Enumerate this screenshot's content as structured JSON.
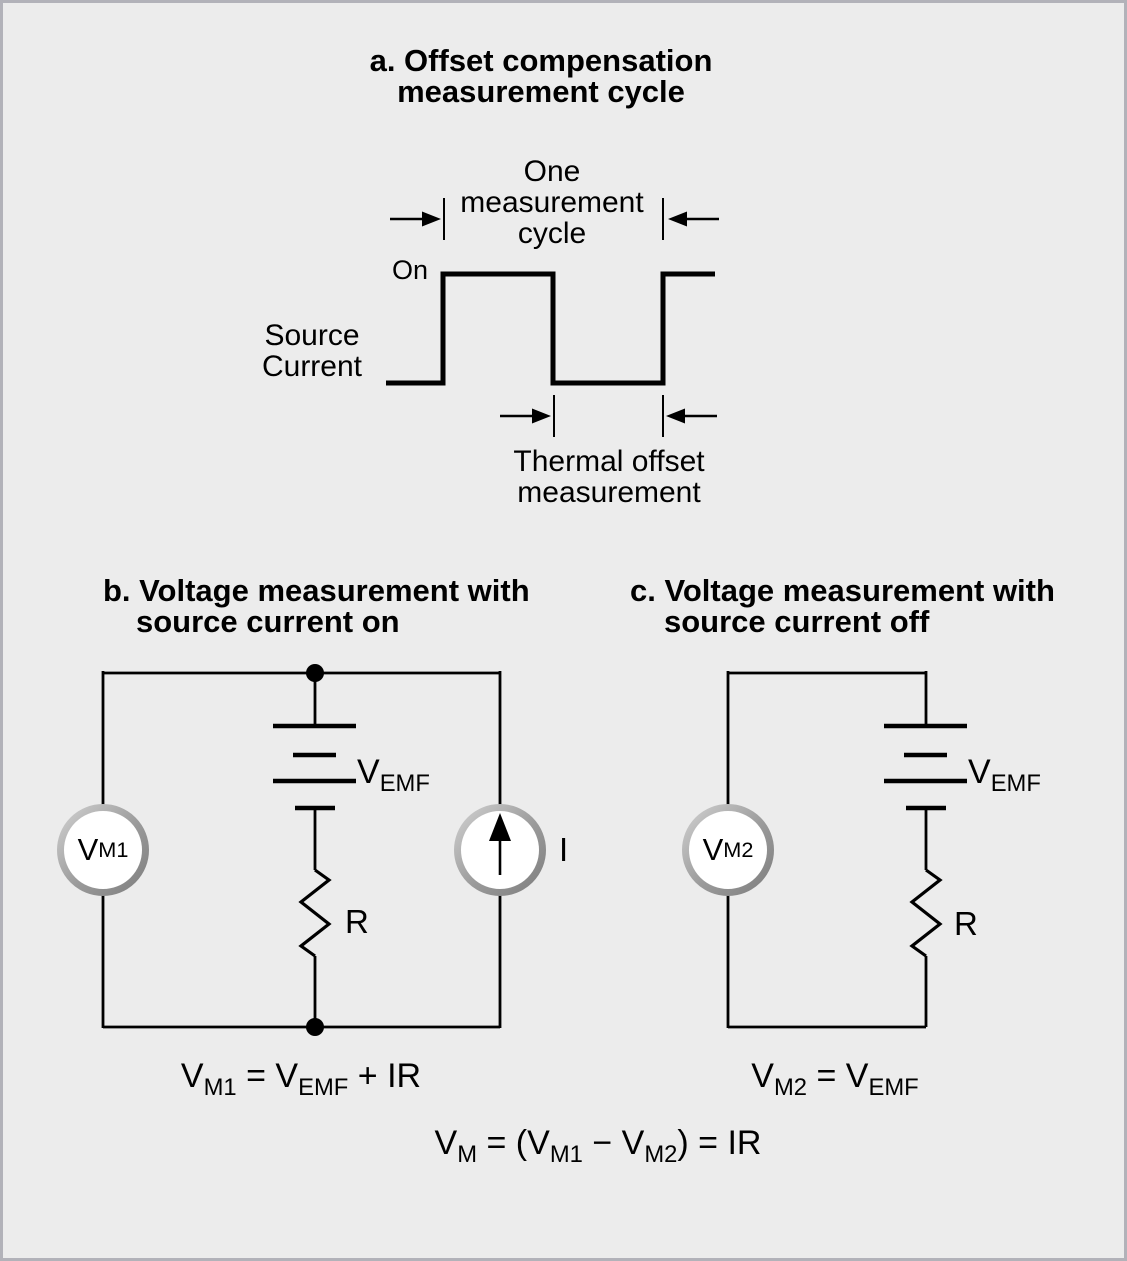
{
  "figure": {
    "panel_a": {
      "title": "a. Offset compensation\nmeasurement cycle",
      "cycle_label": "One\nmeasurement\ncycle",
      "on_label": "On",
      "source_current_label": "Source\nCurrent",
      "thermal_offset_label": "Thermal offset\nmeasurement"
    },
    "panel_b": {
      "title_line1": "b. Voltage measurement with",
      "title_line2": "source current on",
      "voltmeter": {
        "base": "V",
        "sub": "M1"
      },
      "emf": {
        "base": "V",
        "sub": "EMF"
      },
      "resistor_label": "R",
      "current_source_label": "I",
      "equation": [
        {
          "t": "V"
        },
        {
          "t": "M1",
          "sub": true
        },
        {
          "t": " = V"
        },
        {
          "t": "EMF",
          "sub": true
        },
        {
          "t": " + IR"
        }
      ]
    },
    "panel_c": {
      "title_line1": "c. Voltage measurement with",
      "title_line2": "source current off",
      "voltmeter": {
        "base": "V",
        "sub": "M2"
      },
      "emf": {
        "base": "V",
        "sub": "EMF"
      },
      "resistor_label": "R",
      "equation": [
        {
          "t": "V"
        },
        {
          "t": "M2",
          "sub": true
        },
        {
          "t": " = V"
        },
        {
          "t": "EMF",
          "sub": true
        }
      ]
    },
    "summary_equation": [
      {
        "t": "V"
      },
      {
        "t": "M",
        "sub": true
      },
      {
        "t": " = (V"
      },
      {
        "t": "M1",
        "sub": true
      },
      {
        "t": " − V"
      },
      {
        "t": "M2",
        "sub": true
      },
      {
        "t": ") = IR"
      }
    ]
  },
  "colors": {
    "background": "#ececec",
    "frame_border": "#b2b2b9",
    "ink": "#000000",
    "ring_light": "#cfcfcf",
    "ring_dark": "#7f7f7f"
  }
}
